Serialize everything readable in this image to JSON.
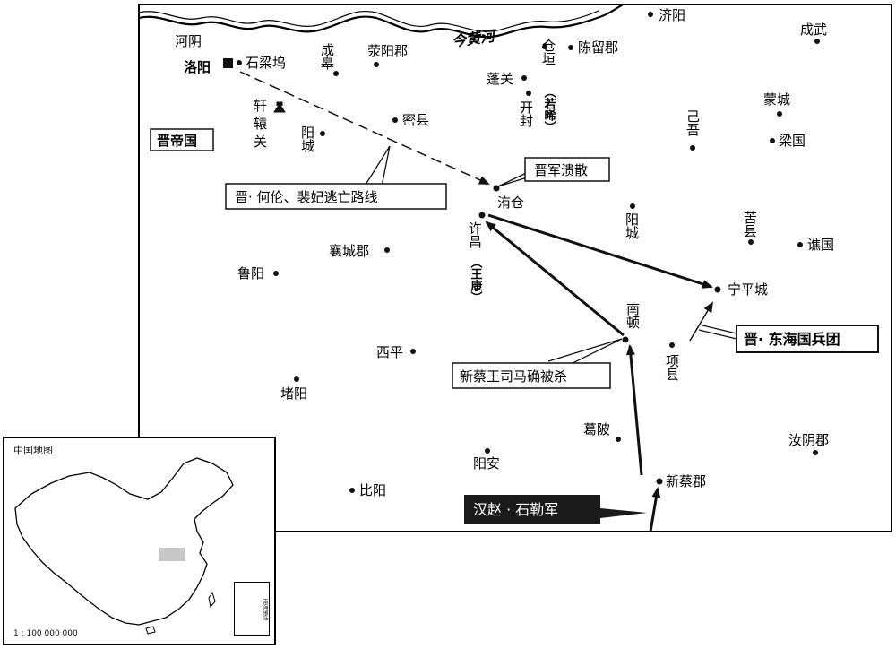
{
  "river": {
    "name": "今黄河"
  },
  "capital": {
    "name": "洛阳"
  },
  "pass": {
    "name": "轩辕关",
    "chars": [
      "轩",
      "辕",
      "关"
    ]
  },
  "places": [
    {
      "id": "heyin",
      "name": "河阴"
    },
    {
      "id": "shiliangwu",
      "name": "石梁坞"
    },
    {
      "id": "chenggao",
      "name": "成皋"
    },
    {
      "id": "xingyang",
      "name": "荥阳郡"
    },
    {
      "id": "fengguan",
      "name": "蓬关"
    },
    {
      "id": "cangyuan",
      "name": "仓垣"
    },
    {
      "id": "ruoshao",
      "name": "（若晞）"
    },
    {
      "id": "kaifeng",
      "name": "开封"
    },
    {
      "id": "chenliu",
      "name": "陈留郡"
    },
    {
      "id": "jiyang",
      "name": "济阳"
    },
    {
      "id": "chengwu",
      "name": "成武"
    },
    {
      "id": "mengcheng",
      "name": "蒙城"
    },
    {
      "id": "liangguo",
      "name": "梁国"
    },
    {
      "id": "jiwu",
      "name": "己吾"
    },
    {
      "id": "mixian",
      "name": "密县"
    },
    {
      "id": "yangcheng1",
      "name": "阳城"
    },
    {
      "id": "weicang",
      "name": "洧仓"
    },
    {
      "id": "xuchang",
      "name": "许昌"
    },
    {
      "id": "wangkang",
      "name": "（王康）"
    },
    {
      "id": "yangcheng2",
      "name": "阳城"
    },
    {
      "id": "kuxian",
      "name": "苦县"
    },
    {
      "id": "qiaoguo",
      "name": "谯国"
    },
    {
      "id": "xiangcheng",
      "name": "襄城郡"
    },
    {
      "id": "luyang",
      "name": "鲁阳"
    },
    {
      "id": "ningping",
      "name": "宁平城"
    },
    {
      "id": "nandun",
      "name": "南顿"
    },
    {
      "id": "xiangxian",
      "name": "项县"
    },
    {
      "id": "xiping",
      "name": "西平"
    },
    {
      "id": "zheyang",
      "name": "堵阳"
    },
    {
      "id": "gebei",
      "name": "葛陂"
    },
    {
      "id": "ruyin",
      "name": "汝阴郡"
    },
    {
      "id": "yangan",
      "name": "阳安"
    },
    {
      "id": "xincai",
      "name": "新蔡郡"
    },
    {
      "id": "biyang",
      "name": "比阳"
    }
  ],
  "labels": {
    "jin_empire": "晋帝国",
    "jin_collapse": "晋军溃散",
    "escape_route": "晋· 何伦、裴妃逃亡路线",
    "prince_killed": "新蔡王司马确被杀",
    "donghai_army": "晋· 东海国兵团",
    "shile_army": "汉赵 · 石勒军"
  },
  "inset": {
    "title": "中国地图",
    "scale": "1 : 100 000 000",
    "sea_label": "南海诸岛"
  },
  "colors": {
    "ink": "#111111",
    "highlight": "#c8c8c8",
    "army_bg": "#1a1a1a",
    "army_text": "#ffffff"
  }
}
